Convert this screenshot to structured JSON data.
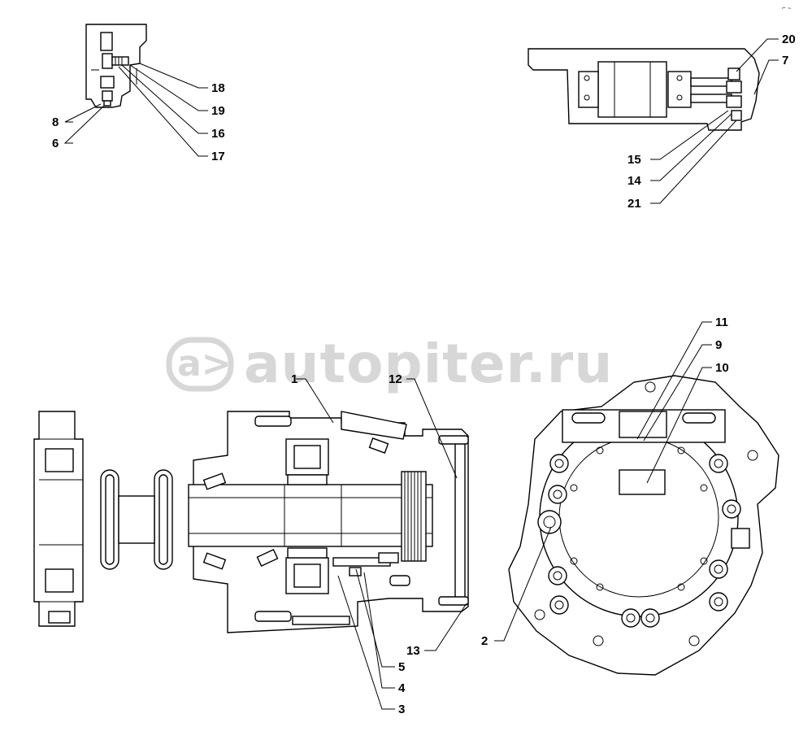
{
  "watermark": {
    "logo_glyph": "a>",
    "text": "autopiter.ru",
    "color": "#d0d0d0"
  },
  "corner_mark": "⌐ ~",
  "callouts": [
    {
      "id": "c18",
      "label": "18"
    },
    {
      "id": "c19",
      "label": "19"
    },
    {
      "id": "c16",
      "label": "16"
    },
    {
      "id": "c17",
      "label": "17"
    },
    {
      "id": "c8",
      "label": "8"
    },
    {
      "id": "c6",
      "label": "6"
    },
    {
      "id": "c20",
      "label": "20"
    },
    {
      "id": "c7",
      "label": "7"
    },
    {
      "id": "c15",
      "label": "15"
    },
    {
      "id": "c14",
      "label": "14"
    },
    {
      "id": "c21",
      "label": "21"
    },
    {
      "id": "c1",
      "label": "1"
    },
    {
      "id": "c12",
      "label": "12"
    },
    {
      "id": "c11",
      "label": "11"
    },
    {
      "id": "c9",
      "label": "9"
    },
    {
      "id": "c10",
      "label": "10"
    },
    {
      "id": "c2",
      "label": "2"
    },
    {
      "id": "c13",
      "label": "13"
    },
    {
      "id": "c5",
      "label": "5"
    },
    {
      "id": "c4",
      "label": "4"
    },
    {
      "id": "c3",
      "label": "3"
    }
  ]
}
